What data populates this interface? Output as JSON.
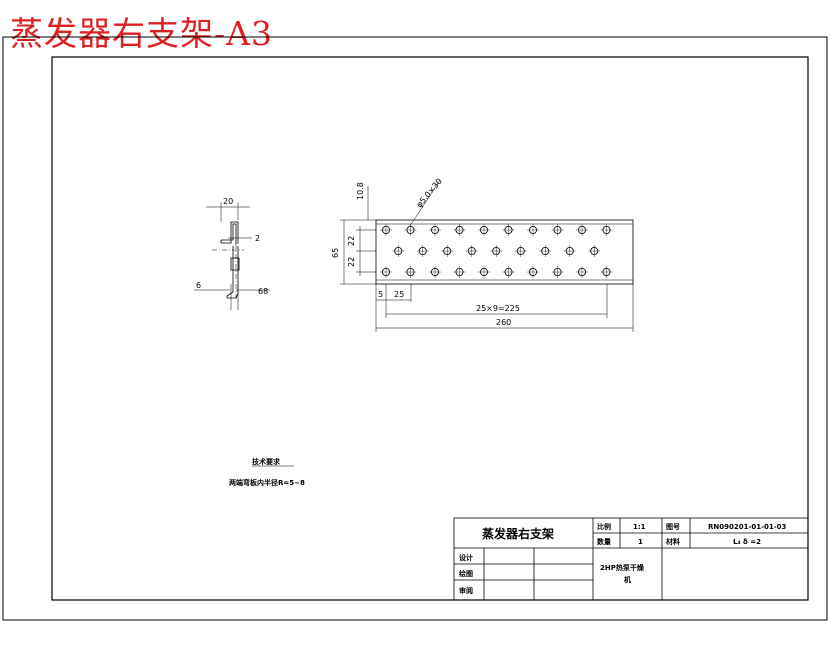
{
  "title": "蒸发器右支架-A3",
  "side_view": {
    "dims": {
      "width": "20",
      "thickness": "2",
      "left": "6",
      "right": "68"
    }
  },
  "front_view": {
    "dims": {
      "top_offset": "10.8",
      "hole": "φ5.0×30",
      "height": "65",
      "row_gap_1": "22",
      "row_gap_2": "22",
      "edge": "5",
      "pitch": "25",
      "span": "25×9=225",
      "length": "260"
    }
  },
  "notes": {
    "heading": "技术要求",
    "text": "两端弯板内半径R=5~8"
  },
  "title_block": {
    "part_name": "蒸发器右支架",
    "scale_label": "比例",
    "scale_value": "1:1",
    "drawing_no_label": "图号",
    "drawing_no_value": "RN090201-01-01-03",
    "qty_label": "数量",
    "qty_value": "1",
    "material_label": "材料",
    "material_value": "L₄  δ =2",
    "design_label": "设计",
    "draw_label": "绘图",
    "review_label": "审阅",
    "product_name_line1": "2HP热泵干燥",
    "product_name_line2": "机"
  }
}
